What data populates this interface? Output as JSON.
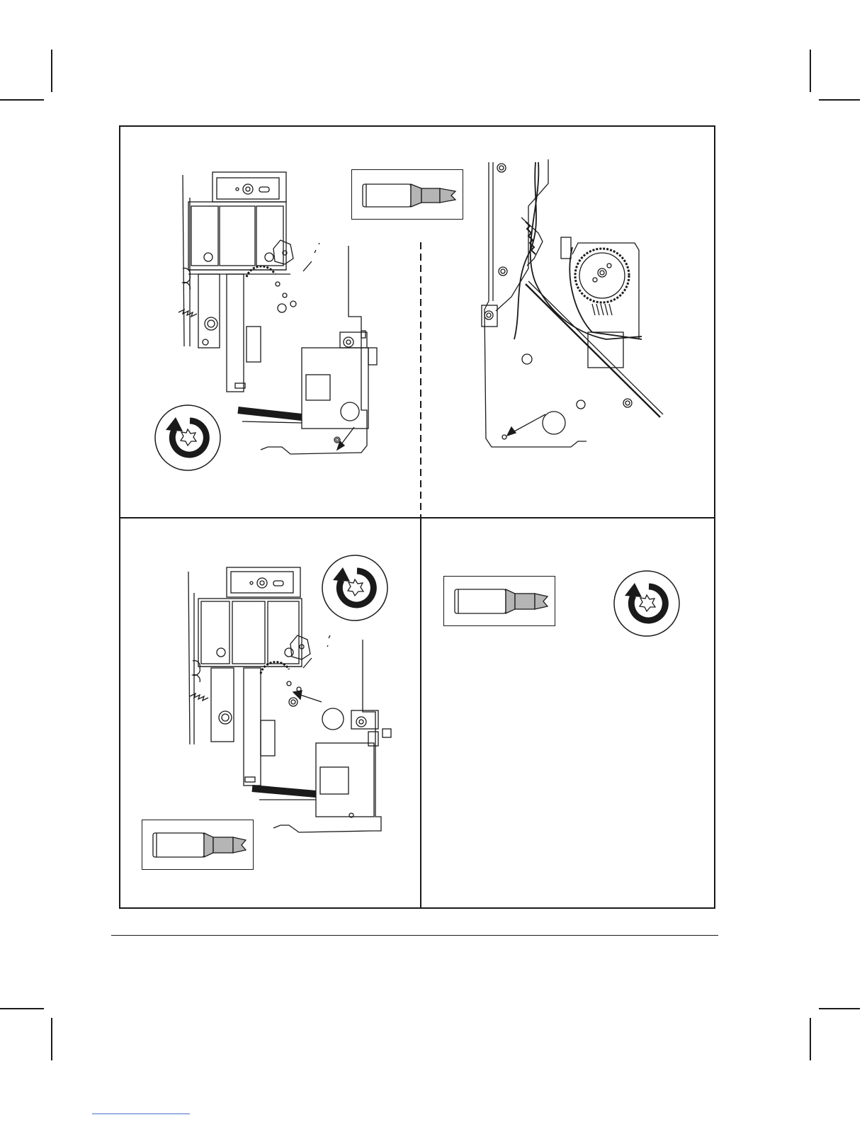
{
  "page": {
    "background": "#ffffff",
    "line_color": "#1a1a1a",
    "fill_gray": "#b5b5b5",
    "link_color": "#4a6fd0"
  },
  "panels": [
    {
      "id": "top-left",
      "contents": [
        "mechanism",
        "torx-bit",
        "counterclockwise-rotation",
        "screw-callout"
      ]
    },
    {
      "id": "top-right",
      "contents": [
        "side-frame",
        "gear",
        "cables",
        "screw-callout"
      ]
    },
    {
      "id": "bottom-left",
      "contents": [
        "mechanism",
        "torx-bit",
        "counterclockwise-rotation",
        "screw-callout"
      ]
    },
    {
      "id": "bottom-right",
      "contents": [
        "torx-bit",
        "counterclockwise-rotation"
      ]
    }
  ],
  "icons": {
    "torx_bit": "torx-bit-icon",
    "rotation": "counterclockwise-rotation-icon",
    "arrow": "callout-arrow-icon"
  }
}
